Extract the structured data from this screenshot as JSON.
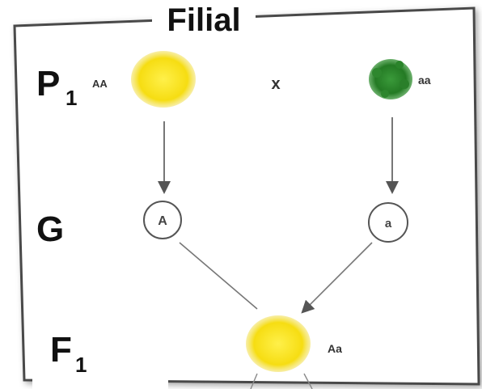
{
  "title": "Filial",
  "rows": {
    "p1": {
      "letter": "P",
      "subscript": "1"
    },
    "g": {
      "letter": "G"
    },
    "f1": {
      "letter": "F",
      "subscript": "1"
    }
  },
  "parents": {
    "left": {
      "genotype": "AA",
      "color": "#f7e11c"
    },
    "cross_symbol": "x",
    "right": {
      "genotype": "aa",
      "color": "#2f8f2f"
    }
  },
  "gametes": {
    "left": "A",
    "right": "a"
  },
  "offspring": {
    "genotype": "Aa",
    "color": "#f7e11c"
  }
}
